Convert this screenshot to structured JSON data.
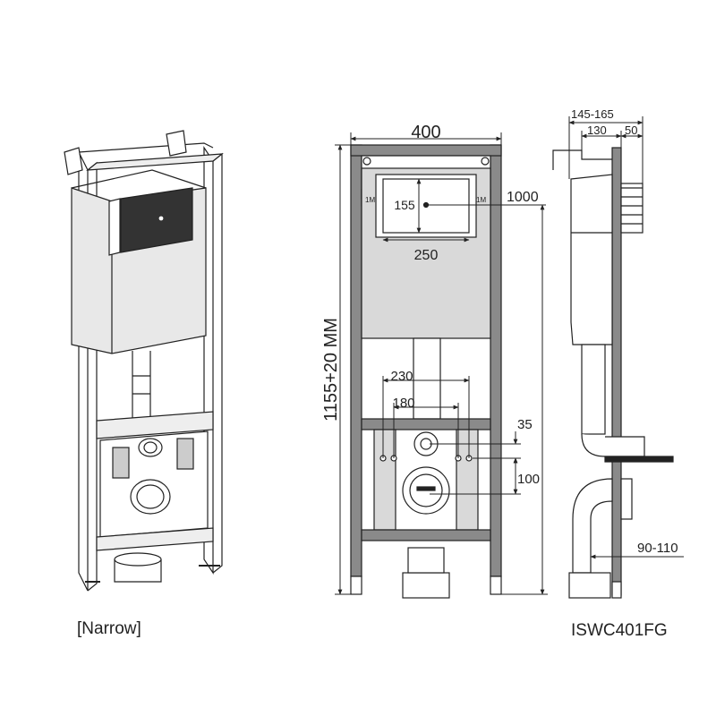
{
  "labels": {
    "width_400": "400",
    "panel_155": "155",
    "panel_250": "250",
    "height_1000": "1000",
    "height_total": "1155+20 MM",
    "dim_230": "230",
    "dim_180": "180",
    "dim_35": "35",
    "dim_100": "100",
    "depth_145_165": "145-165",
    "depth_130": "130",
    "depth_50": "50",
    "depth_90_110": "90-110",
    "mark_1m_left": "1M",
    "mark_1m_right": "1M"
  },
  "captions": {
    "variant": "[Narrow]",
    "model": "ISWC401FG"
  },
  "colors": {
    "line": "#222222",
    "frame_fill": "#8a8a8a",
    "panel_fill": "#d9d9d9"
  }
}
